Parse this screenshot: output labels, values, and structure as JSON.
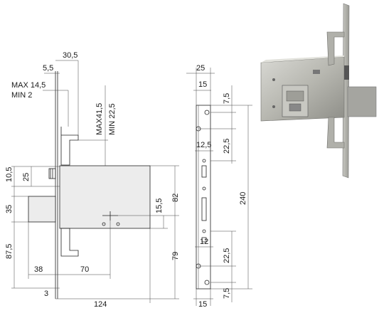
{
  "side_view": {
    "dim_top_width": "30,5",
    "dim_offset": "5,5",
    "dim_max_min_left_1": "MAX 14,5",
    "dim_max_min_left_2": "MIN 2",
    "dim_max_right_1": "MAX41,5",
    "dim_min_right_2": "MIN 22,5",
    "dim_left_upper": "10,5",
    "dim_left_25": "25",
    "dim_left_35": "35",
    "dim_left_875": "87,5",
    "dim_bolt_38": "38",
    "dim_70": "70",
    "dim_3": "3",
    "dim_124": "124",
    "dim_155": "15,5",
    "dim_82": "82",
    "dim_79": "79"
  },
  "faceplate_view": {
    "dim_25": "25",
    "dim_15_top": "15",
    "dim_75_top": "7,5",
    "dim_225_top": "22,5",
    "dim_125": "12,5",
    "dim_240": "240",
    "dim_12": "12",
    "dim_225_bottom": "22,5",
    "dim_75_bottom": "7,5",
    "dim_15_bottom": "15"
  },
  "photo": {
    "description_label": "lock-photo"
  }
}
